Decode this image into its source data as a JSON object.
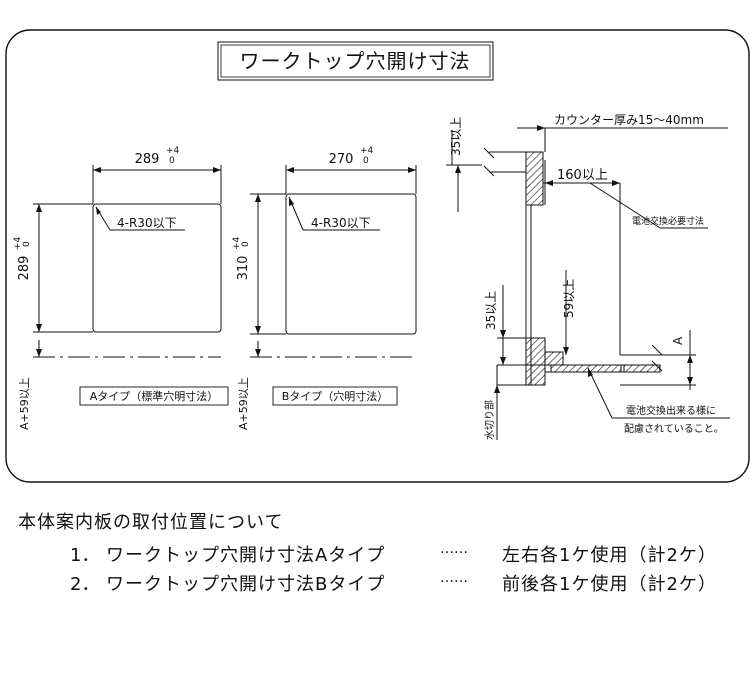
{
  "diagram": {
    "title": "ワークトップ穴開け寸法",
    "panel_a": {
      "width_nominal": "289",
      "tol_plus": "+4",
      "tol_minus": "0",
      "height_nominal": "289",
      "corner_radius": "4-R30以下",
      "front_clearance": "A+59以上",
      "caption": "Aタイプ（標準穴明寸法）"
    },
    "panel_b": {
      "width_nominal": "270",
      "tol_plus": "+4",
      "tol_minus": "0",
      "height_nominal": "310",
      "corner_radius": "4-R30以下",
      "front_clearance": "A+59以上",
      "caption": "Bタイプ（穴明寸法）"
    },
    "section": {
      "counter_thickness": "カウンター厚み15～40mm",
      "top_margin": "35以上",
      "depth_min": "160以上",
      "battery_note": "電池交換必要寸法",
      "lower_margin": "35以上",
      "panel_margin": "59以上",
      "dim_a": "A",
      "water_edge": "水切り部",
      "placement_note_line1": "電池交換出来る様に",
      "placement_note_line2": "配慮されていること。"
    }
  },
  "notes": {
    "heading": "本体案内板の取付位置について",
    "items": [
      {
        "num": "1．",
        "text": "ワークトップ穴開け寸法Aタイプ",
        "dots": "……",
        "usage": "左右各1ケ使用（計2ケ）"
      },
      {
        "num": "2．",
        "text": "ワークトップ穴開け寸法Bタイプ",
        "dots": "……",
        "usage": "前後各1ケ使用（計2ケ）"
      }
    ]
  }
}
